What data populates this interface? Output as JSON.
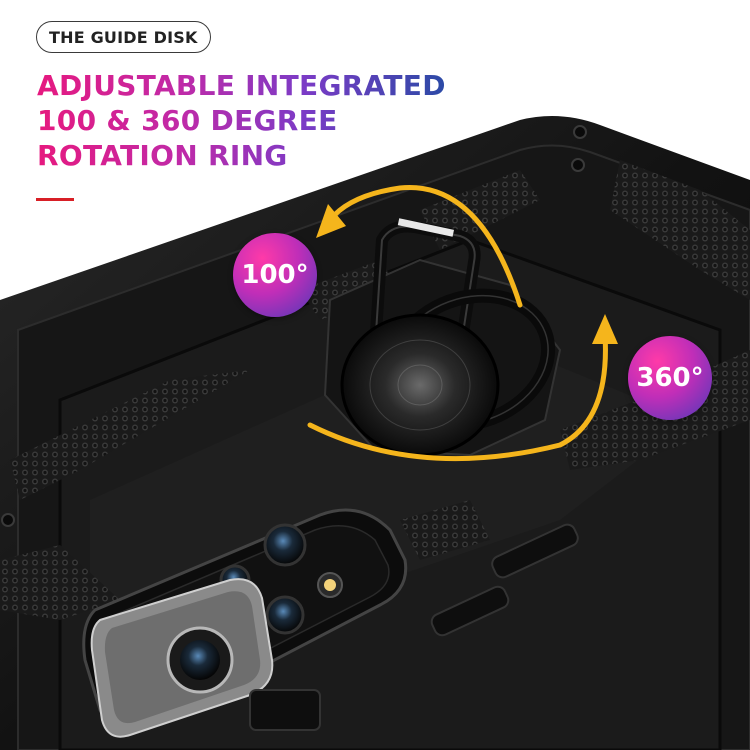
{
  "label_pill": "THE GUIDE DISK",
  "headline": {
    "line1": "ADJUSTABLE INTEGRATED",
    "line2": "100 & 360 DEGREE",
    "line3": "ROTATION RING"
  },
  "badges": {
    "left": "100°",
    "right": "360°"
  },
  "colors": {
    "gradient_start": "#e6197f",
    "gradient_end": "#2b4aa6",
    "accent_line": "#d81f26",
    "arrow": "#f5b51c",
    "case": "#111111"
  }
}
